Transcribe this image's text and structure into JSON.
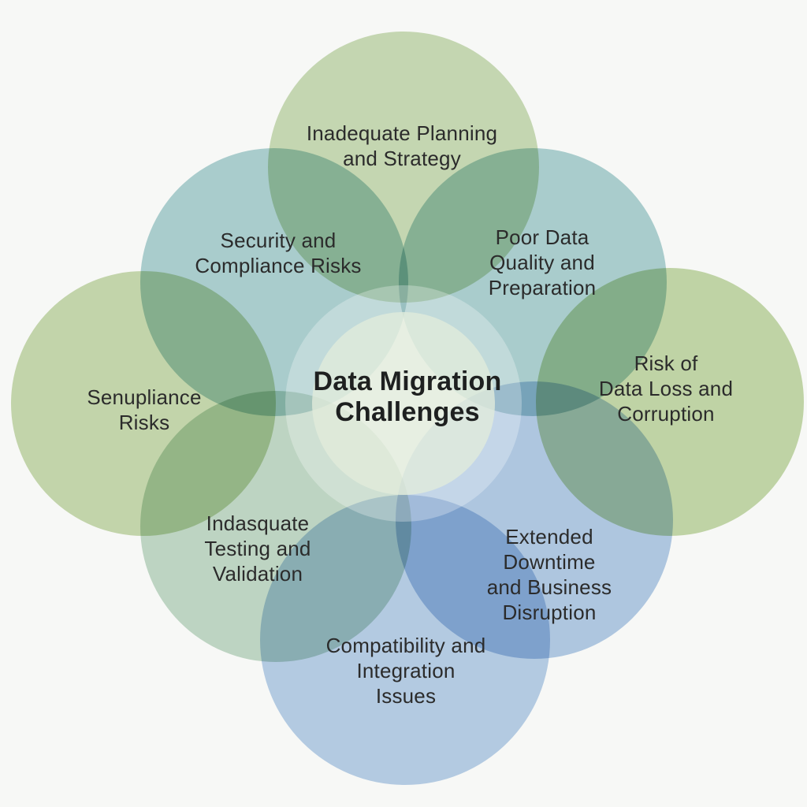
{
  "diagram": {
    "background_color": "#f7f8f6",
    "text_color": "#2b2b2b",
    "center_label": "Data Migration\nChallenges",
    "center_title_color": "#1e2020",
    "glow_outer_color": "rgba(255,255,255,0.28)",
    "glow_inner_color": "rgba(225,236,219,0.78)",
    "petals": [
      {
        "key": "inadequate-planning",
        "position": "top",
        "label": "Inadequate Planning\nand Strategy",
        "color": "#cbdcb8"
      },
      {
        "key": "security-compliance",
        "position": "upper-left",
        "label": "Security and\nCompliance Risks",
        "color": "#afd2d4"
      },
      {
        "key": "poor-data-quality",
        "position": "upper-right",
        "label": "Poor Data\nQuality and\nPreparation",
        "color": "#afd2d4"
      },
      {
        "key": "senupliance-risks",
        "position": "left",
        "label": "Senupliance\nRisks",
        "color": "#c9dab0"
      },
      {
        "key": "risk-of-data-loss",
        "position": "right",
        "label": "Risk of\nData Loss and\nCorruption",
        "color": "#c5d9ab"
      },
      {
        "key": "inadequate-testing",
        "position": "lower-left",
        "label": "Indasquate\nTesting and\nValidation",
        "color": "#c3dac9"
      },
      {
        "key": "extended-downtime",
        "position": "lower-right",
        "label": "Extended\nDowntime\nand Business\nDisruption",
        "color": "#b4cce8"
      },
      {
        "key": "compatibility-integration",
        "position": "bottom",
        "label": "Compatibility and\nIntegration\nIssues",
        "color": "#b9d0ea"
      }
    ]
  }
}
